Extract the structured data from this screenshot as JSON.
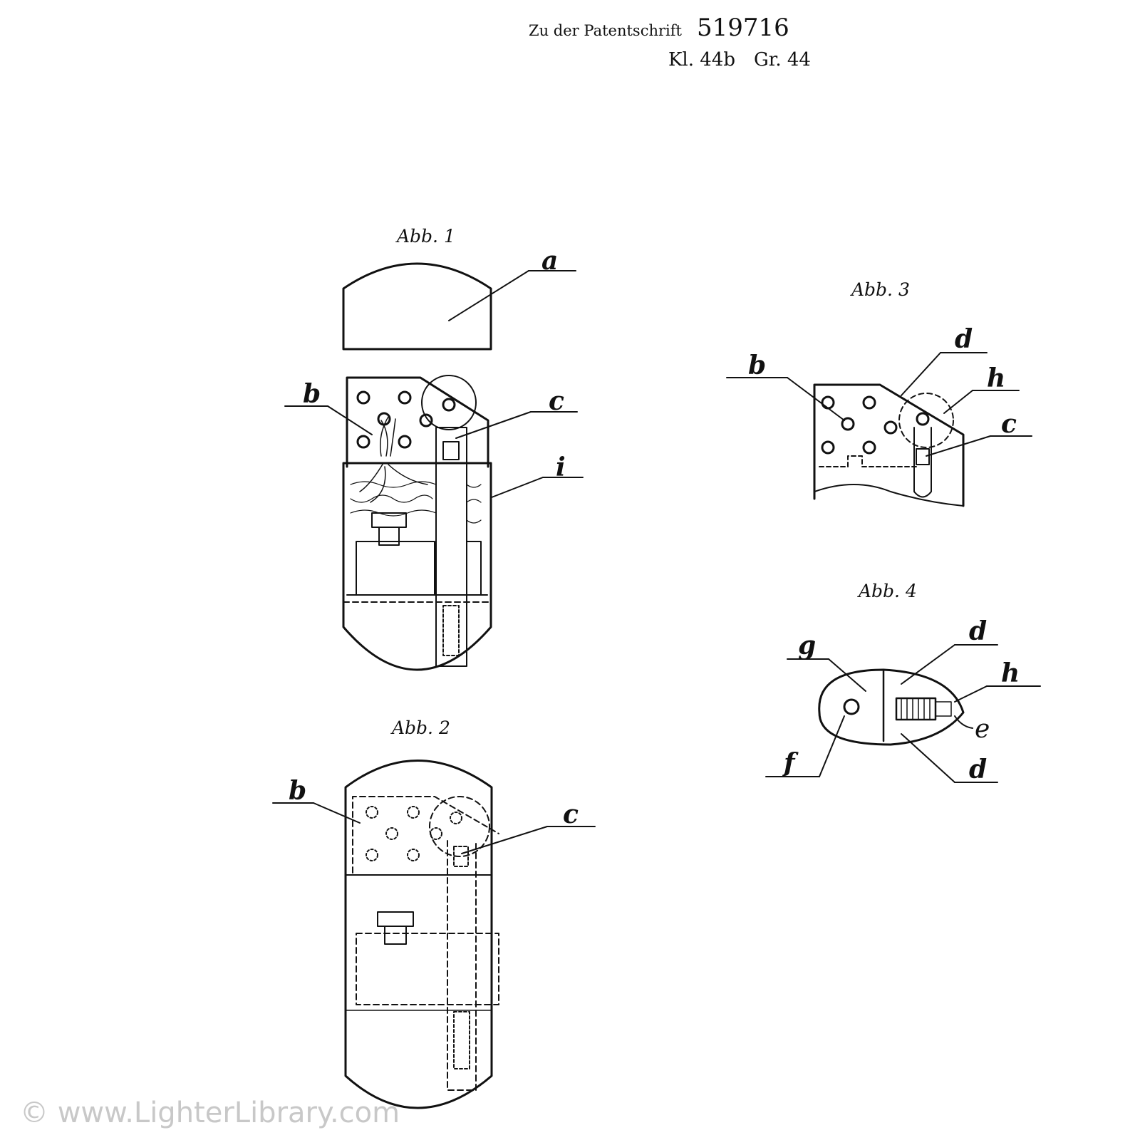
{
  "header": {
    "prefix": "Zu der Patentschrift",
    "number": "519716",
    "klasse": "Kl. 44b",
    "gruppe": "Gr. 44"
  },
  "figures": {
    "fig1": {
      "caption": "Abb. 1",
      "labels": {
        "a": "a",
        "b": "b",
        "c": "c",
        "i": "i"
      }
    },
    "fig2": {
      "caption": "Abb. 2",
      "labels": {
        "b": "b",
        "c": "c"
      }
    },
    "fig3": {
      "caption": "Abb. 3",
      "labels": {
        "b": "b",
        "d": "d",
        "h": "h",
        "c": "c"
      }
    },
    "fig4": {
      "caption": "Abb. 4",
      "labels": {
        "g": "g",
        "d_top": "d",
        "h": "h",
        "e": "e",
        "f": "f",
        "d_bottom": "d"
      }
    }
  },
  "watermark": "© www.LighterLibrary.com",
  "colors": {
    "ink": "#111111",
    "paper": "#ffffff",
    "watermark": "#c8c8c8"
  }
}
